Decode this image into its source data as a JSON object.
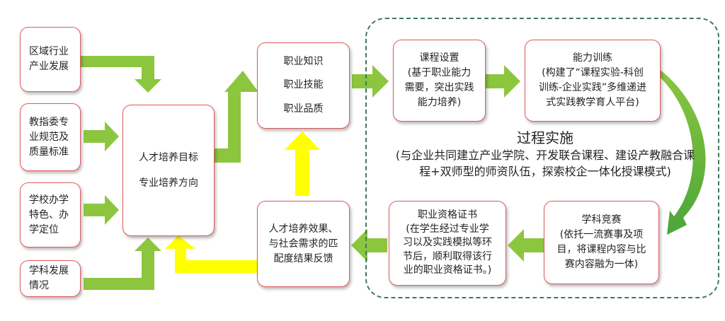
{
  "inputs": {
    "regional_industry": "区域行业\n产业发展",
    "ministry_standards": "教指委专\n业规范及\n质量标准",
    "school_positioning": "学校办学\n特色、办\n学定位",
    "discipline_status": "学科发展\n情况"
  },
  "training_goal": {
    "line1": "人才培养目标",
    "line2": "专业培养方向"
  },
  "competencies": {
    "knowledge": "职业知识",
    "skills": "职业技能",
    "quality": "职业品质"
  },
  "feedback": {
    "text": "人才培养效果、\n与社会需求的匹\n配度结果反馈"
  },
  "process": {
    "title": "过程实施",
    "subtitle": "(与企业共同建立产业学院、开发联合课程、建设产教融合课\n程+双师型的师资队伍，探索校企一体化授课模式)",
    "curriculum": {
      "title": "课程设置",
      "desc": "(基于职业能力\n需要，突出实践\n能力培养)"
    },
    "ability_training": {
      "title": "能力训练",
      "desc": "(构建了“课程实验-科创\n训练-企业实践”多维递进\n式实践教学育人平台)"
    },
    "competition": {
      "title": "学科竞赛",
      "desc": "(依托一流赛事及项\n目，将课程内容与比\n赛内容融为一体)"
    },
    "certificate": {
      "title": "职业资格证书",
      "desc": "(在学生经过专业学\n习以及实践模拟等环\n节后，顺利取得该行\n业的职业资格证书。)"
    }
  },
  "colors": {
    "box_border": "#e05a5f",
    "green_arrow": "#8cc63f",
    "yellow_arrow": "#ffff00",
    "zone_border": "#3d7a5a"
  }
}
